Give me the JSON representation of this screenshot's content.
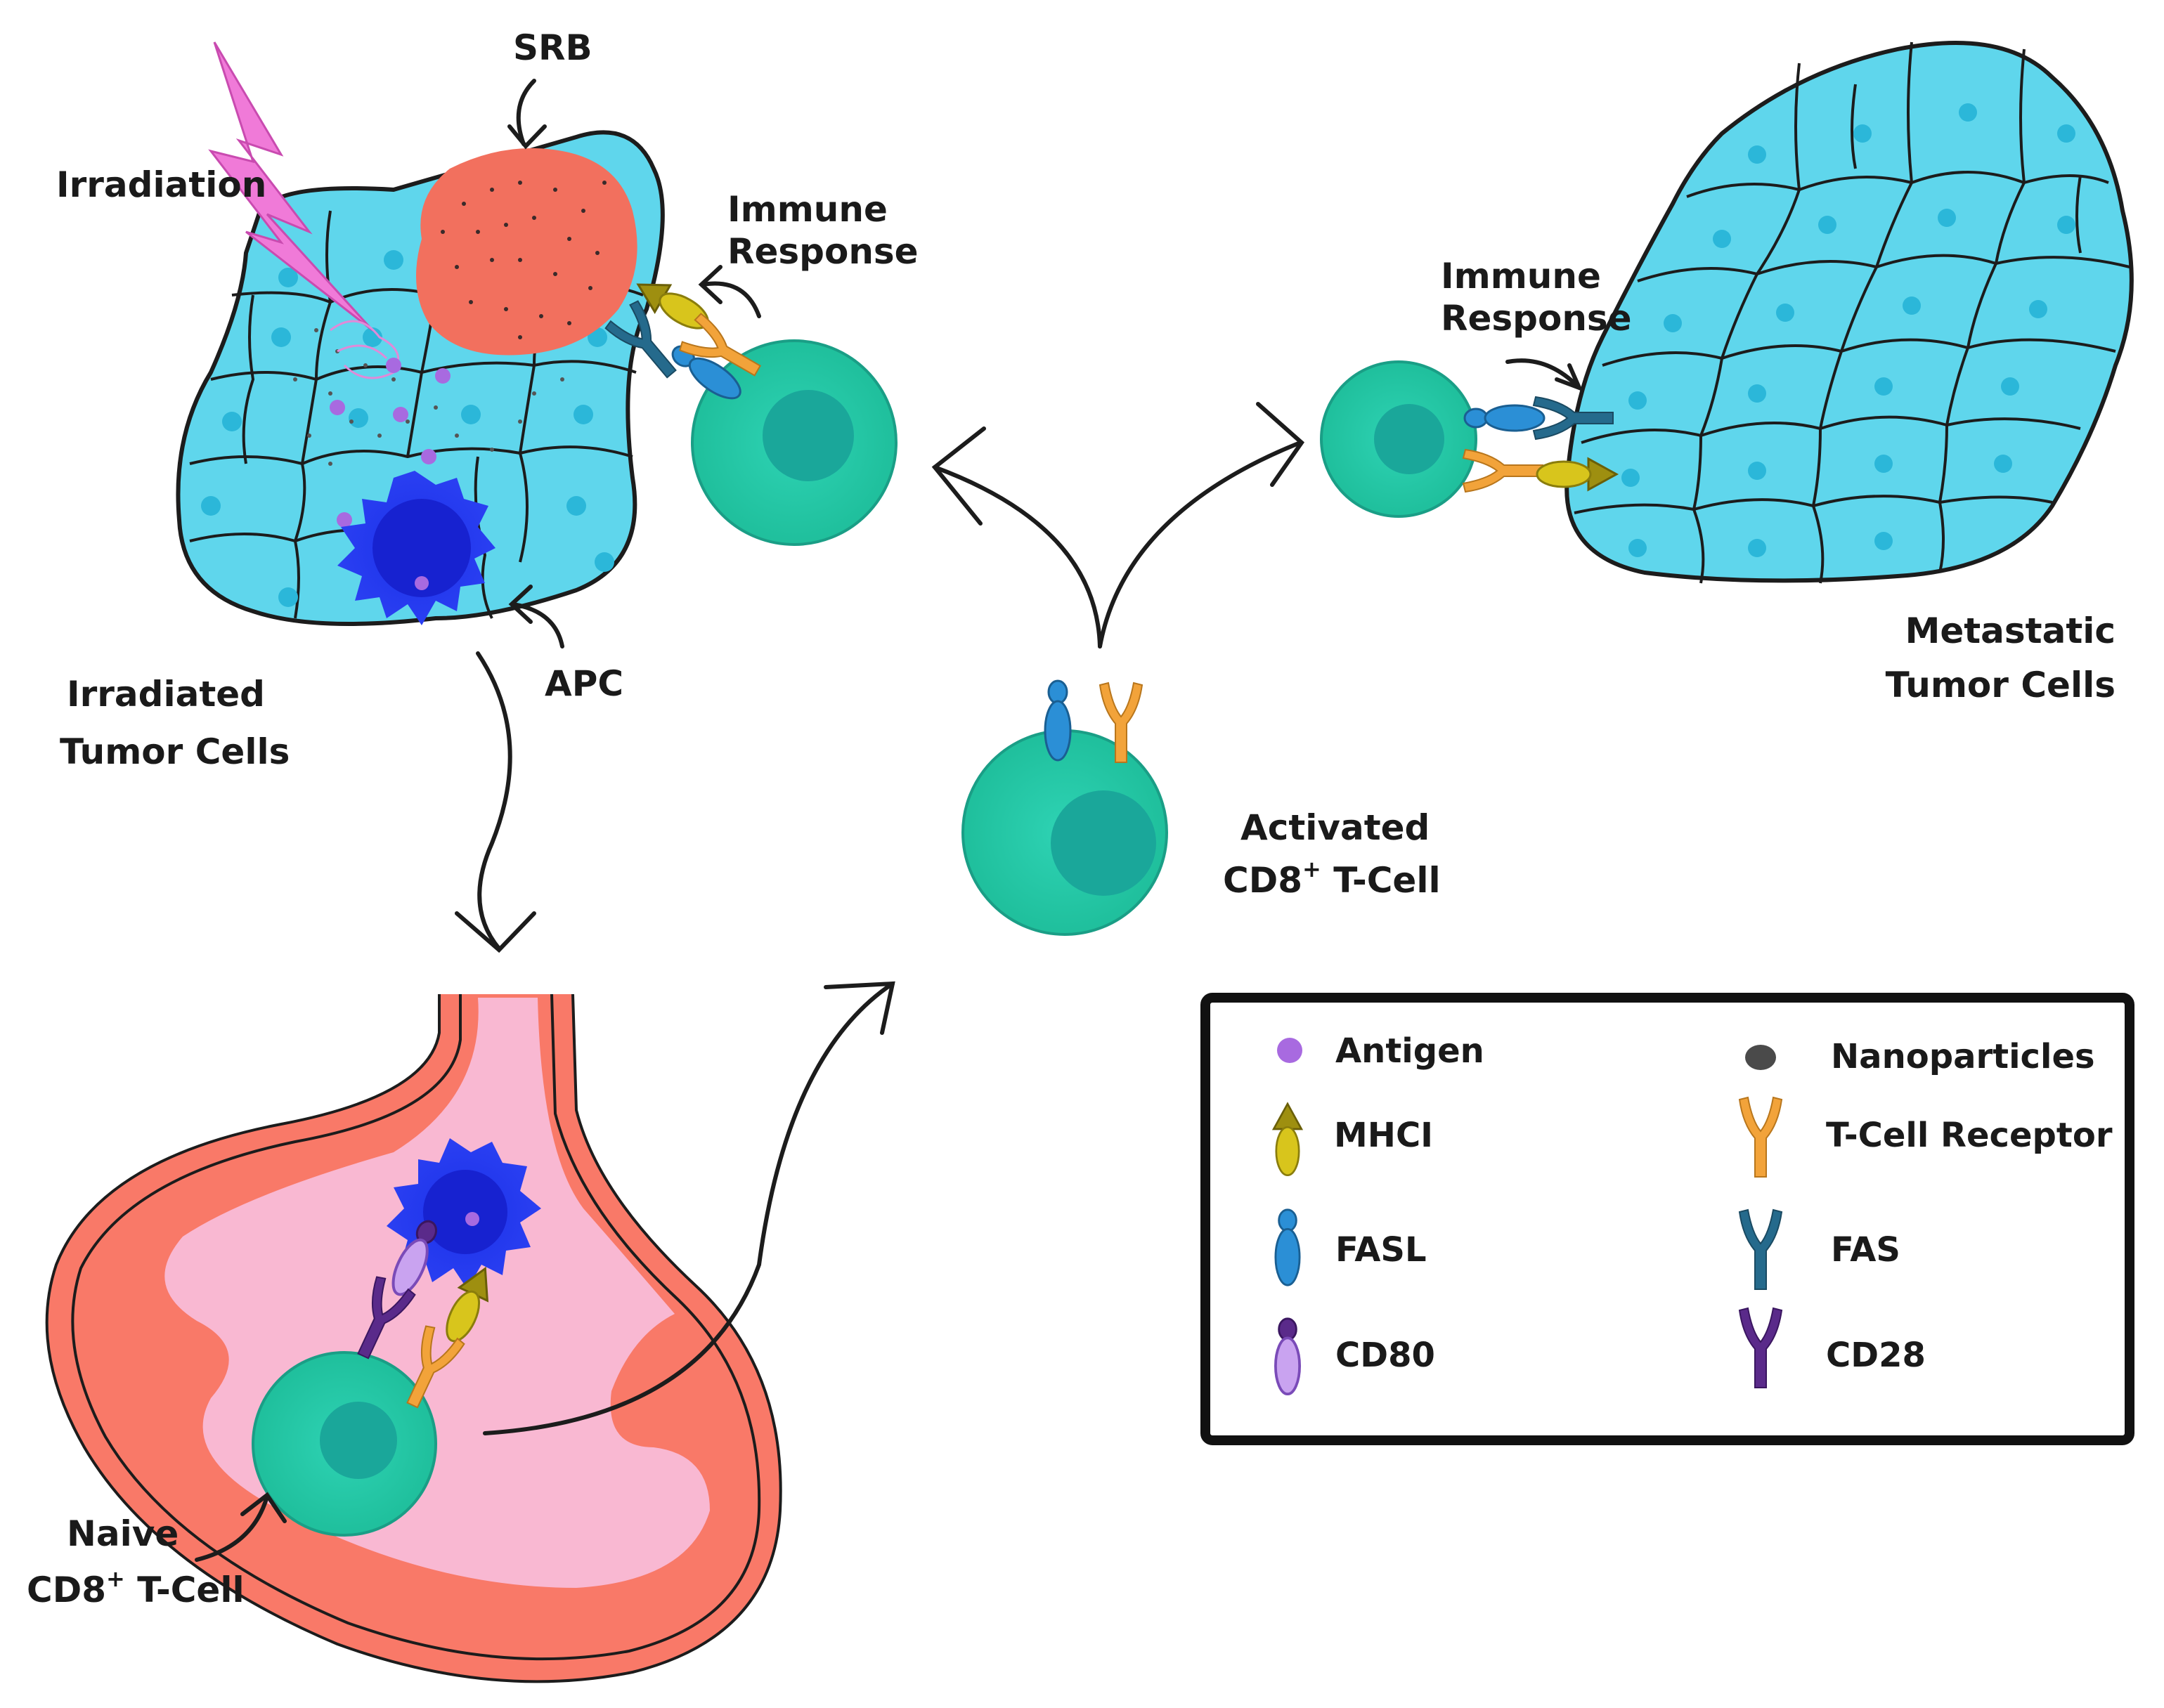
{
  "labels": {
    "srb": "SRB",
    "irradiation": "Irradiation",
    "immune_response_1_line1": "Immune",
    "immune_response_1_line2": "Response",
    "immune_response_2_line1": "Immune",
    "immune_response_2_line2": "Response",
    "apc": "APC",
    "irradiated_line1": "Irradiated",
    "irradiated_line2": "Tumor Cells",
    "metastatic_line1": "Metastatic",
    "metastatic_line2": "Tumor Cells",
    "activated_line1": "Activated",
    "activated_line2_main": "CD8",
    "activated_line2_sup": "+",
    "activated_line2_tail": " T-Cell",
    "naive_line1": "Naive",
    "naive_line2_main": "CD8",
    "naive_line2_sup": "+",
    "naive_line2_tail": " T-Cell"
  },
  "legend": {
    "antigen": "Antigen",
    "nanoparticles": "Nanoparticles",
    "mhci": "MHCI",
    "tcr": "T-Cell Receptor",
    "fasl": "FASL",
    "fas": "FAS",
    "cd80": "CD80",
    "cd28": "CD28"
  },
  "colors": {
    "tumor": "#5fd6ec",
    "tumor_nucleus": "#2bb7d9",
    "tcell": "#25c9a8",
    "tcell_nucleus": "#1aa79a",
    "apc": "#1a2fe0",
    "srb": "#f2705e",
    "lymph_outer": "#f97968",
    "lymph_inner": "#f9b8d2",
    "antigen": "#a86ae0",
    "mhci": "#b8a818",
    "tcr": "#f2a33a",
    "fasl": "#2b8fd6",
    "fas": "#256a8c",
    "cd80": "#b58be8",
    "cd28": "#5a2a8a",
    "irradiation": "#f07ad8"
  }
}
